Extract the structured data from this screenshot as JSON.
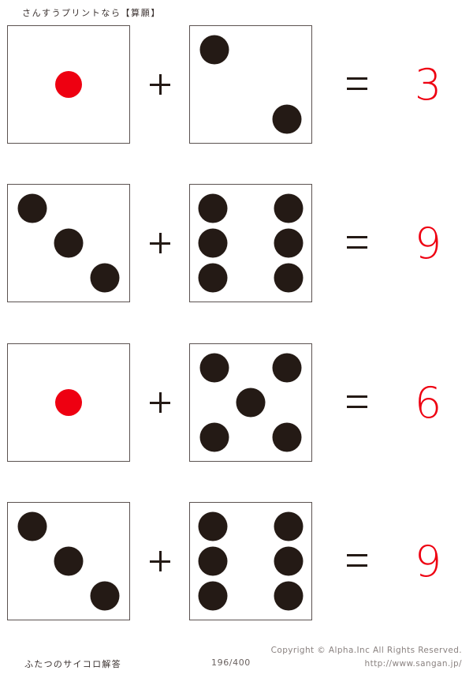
{
  "header": {
    "title": "さんすうプリントなら【算願】"
  },
  "colors": {
    "pip_black": "#241a15",
    "pip_red": "#ee0011",
    "answer_red": "#ee0011",
    "box_border": "#5b5250",
    "page_background": "#ffffff"
  },
  "worksheet": {
    "operator_plus": "+",
    "operator_equals": "=",
    "problems": [
      {
        "index": 1,
        "left_die": {
          "value": 1,
          "pip_color": "red",
          "pips": [
            "mc"
          ]
        },
        "right_die": {
          "value": 2,
          "pip_color": "black",
          "pips": [
            "tl",
            "br"
          ]
        },
        "answer": "3"
      },
      {
        "index": 2,
        "left_die": {
          "value": 3,
          "pip_color": "black",
          "pips": [
            "tl",
            "mc",
            "br"
          ]
        },
        "right_die": {
          "value": 6,
          "pip_color": "black",
          "pips": [
            "tl",
            "tr",
            "ml",
            "mr",
            "bl",
            "br"
          ]
        },
        "answer": "9"
      },
      {
        "index": 3,
        "left_die": {
          "value": 1,
          "pip_color": "red",
          "pips": [
            "mc"
          ]
        },
        "right_die": {
          "value": 5,
          "pip_color": "black",
          "pips": [
            "tl",
            "tr",
            "mc",
            "bl",
            "br"
          ]
        },
        "answer": "6"
      },
      {
        "index": 4,
        "left_die": {
          "value": 3,
          "pip_color": "black",
          "pips": [
            "tl",
            "mc",
            "br"
          ]
        },
        "right_die": {
          "value": 6,
          "pip_color": "black",
          "pips": [
            "tl",
            "tr",
            "ml",
            "mr",
            "bl",
            "br"
          ]
        },
        "answer": "9"
      }
    ]
  },
  "footer": {
    "sheet_title": "ふたつのサイコロ解答",
    "page_number": "196/400",
    "copyright": "Copyright ©  Alpha.Inc All Rights Reserved.",
    "url": "http://www.sangan.jp/"
  }
}
